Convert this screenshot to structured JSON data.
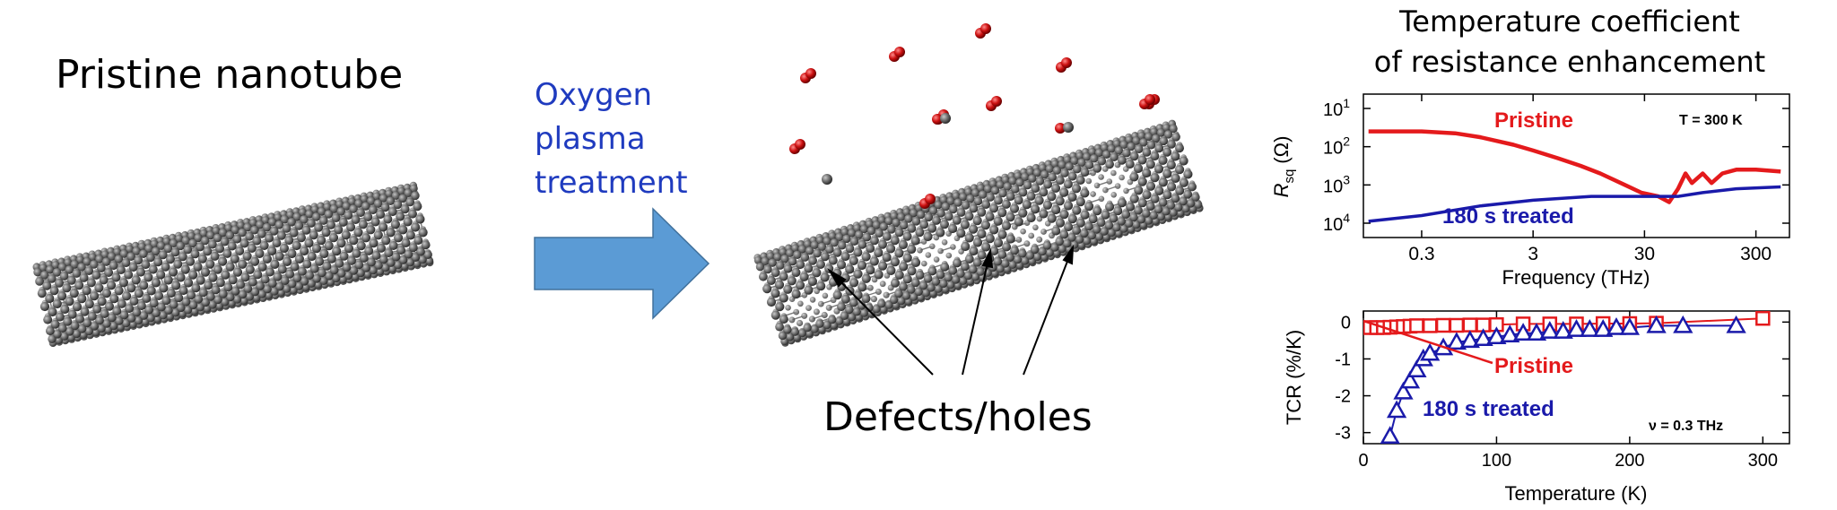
{
  "labels": {
    "pristine": "Pristine nanotube",
    "process_line1": "Oxygen",
    "process_line2": "plasma",
    "process_line3": "treatment",
    "defects": "Defects/holes",
    "title_line1": "Temperature coefficient",
    "title_line2": "of resistance enhancement"
  },
  "colors": {
    "pristine": "#e41a1c",
    "treated": "#1a1aaa",
    "arrow_fill": "#5b9bd5",
    "process_text": "#1f3bbf",
    "atom": "#6e6e6e",
    "oxygen": "#cc1111"
  },
  "chart_data": [
    {
      "type": "line",
      "xscale": "log",
      "xlabel": "Frequency (THz)",
      "ylabel_main": "R",
      "ylabel_sub": "sq",
      "ylabel_unit": "(Ω)",
      "xticks": [
        "0.3",
        "3",
        "30",
        "300"
      ],
      "xtick_values": [
        0.3,
        3,
        30,
        300
      ],
      "yticks": [
        {
          "base": "10",
          "exp": "1"
        },
        {
          "base": "10",
          "exp": "2"
        },
        {
          "base": "10",
          "exp": "3"
        },
        {
          "base": "10",
          "exp": "4"
        }
      ],
      "annotation": "T = 300 K",
      "series": [
        {
          "name": "Pristine",
          "color": "#e41a1c",
          "x": [
            0.1,
            0.3,
            0.6,
            1,
            2,
            3,
            5,
            8,
            12,
            20,
            28,
            40,
            50,
            60,
            70,
            80,
            100,
            120,
            150,
            200,
            300,
            500
          ],
          "y": [
            1.6,
            1.6,
            1.65,
            1.75,
            1.95,
            2.1,
            2.3,
            2.5,
            2.7,
            3.0,
            3.2,
            3.3,
            3.45,
            3.1,
            2.7,
            2.95,
            2.7,
            2.95,
            2.7,
            2.6,
            2.6,
            2.65
          ]
        },
        {
          "name": "180 s treated",
          "color": "#1a1aaa",
          "x": [
            0.1,
            0.3,
            1,
            3,
            10,
            30,
            60,
            100,
            200,
            500
          ],
          "y": [
            3.95,
            3.8,
            3.55,
            3.4,
            3.3,
            3.3,
            3.3,
            3.2,
            3.1,
            3.05
          ]
        }
      ]
    },
    {
      "type": "scatter",
      "xlabel": "Temperature (K)",
      "ylabel": "TCR (%/K)",
      "xticks": [
        "0",
        "100",
        "200",
        "300"
      ],
      "xtick_values": [
        0,
        100,
        200,
        300
      ],
      "yticks": [
        "0",
        "-1",
        "-2",
        "-3"
      ],
      "ytick_values": [
        0,
        -1,
        -2,
        -3
      ],
      "xlim": [
        0,
        320
      ],
      "ylim": [
        -3.3,
        0.3
      ],
      "annotation": "ν = 0.3 THz",
      "series": [
        {
          "name": "Pristine",
          "color": "#e41a1c",
          "marker": "square",
          "x": [
            5,
            10,
            15,
            20,
            25,
            30,
            35,
            40,
            50,
            60,
            70,
            80,
            90,
            100,
            120,
            140,
            160,
            180,
            200,
            220,
            300
          ],
          "y": [
            -0.15,
            -0.15,
            -0.15,
            -0.14,
            -0.13,
            -0.12,
            -0.11,
            -0.1,
            -0.1,
            -0.09,
            -0.09,
            -0.08,
            -0.08,
            -0.07,
            -0.05,
            -0.05,
            -0.05,
            -0.04,
            -0.04,
            -0.03,
            0.1
          ]
        },
        {
          "name": "180 s treated",
          "color": "#1a1aaa",
          "marker": "triangle",
          "x": [
            20,
            25,
            30,
            35,
            40,
            45,
            50,
            60,
            70,
            80,
            90,
            100,
            110,
            120,
            130,
            140,
            150,
            160,
            170,
            180,
            190,
            200,
            220,
            240,
            280
          ],
          "y": [
            -3.1,
            -2.4,
            -1.9,
            -1.6,
            -1.3,
            -1.0,
            -0.85,
            -0.7,
            -0.55,
            -0.5,
            -0.45,
            -0.4,
            -0.35,
            -0.3,
            -0.3,
            -0.25,
            -0.25,
            -0.2,
            -0.2,
            -0.2,
            -0.15,
            -0.15,
            -0.1,
            -0.1,
            -0.1
          ]
        }
      ]
    }
  ]
}
